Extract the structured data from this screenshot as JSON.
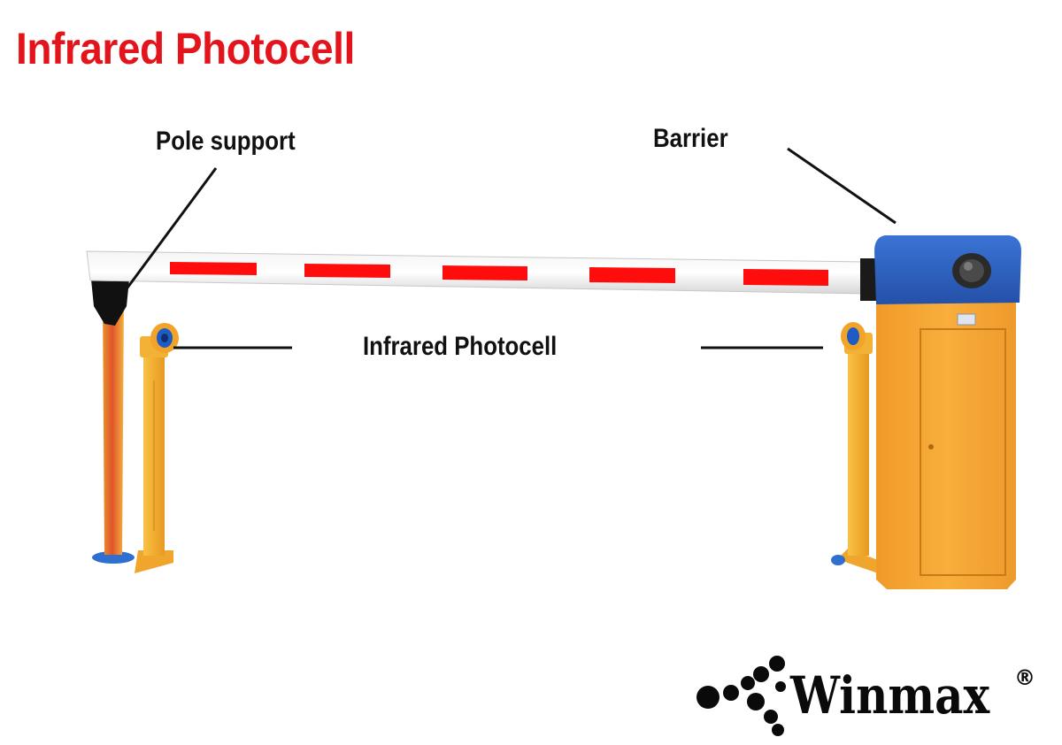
{
  "title": "Infrared Photocell",
  "labels": {
    "pole_support": "Pole support",
    "barrier": "Barrier",
    "infrared_photocell": "Infrared Photocell"
  },
  "brand": {
    "name": "Winmax",
    "registered": "®"
  },
  "colors": {
    "title_red": "#e3141b",
    "boom_stripe_red": "#ff0d0d",
    "cabinet_orange": "#f6a533",
    "cabinet_cap_blue": "#2c5fbf",
    "post_orange": "#f2ad30"
  }
}
